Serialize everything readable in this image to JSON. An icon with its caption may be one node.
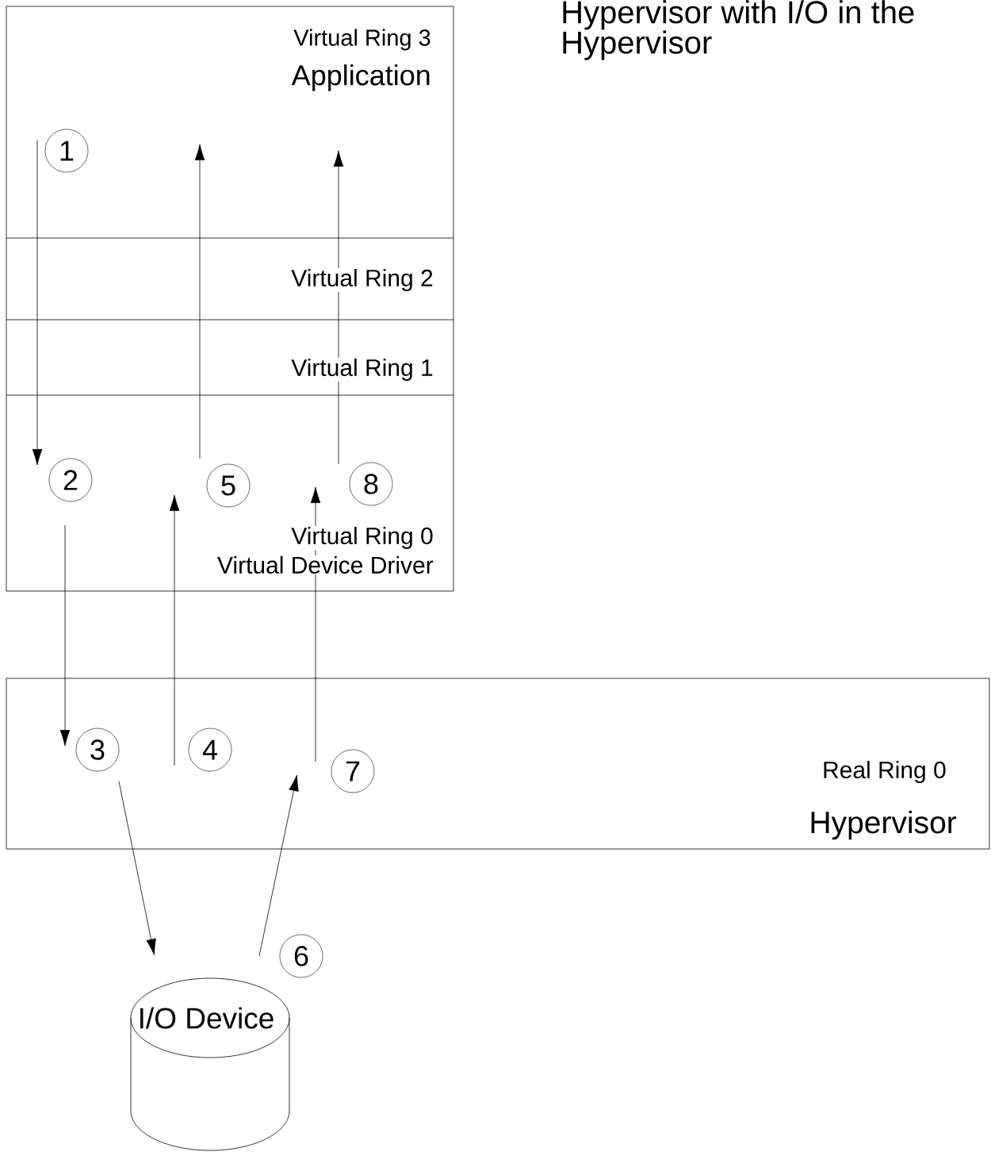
{
  "diagram": {
    "title": "Hypervisor with I/O in the Hypervisor",
    "nodes": [
      {
        "text": [
          "Virtual Ring 3",
          "Application",
          "Virtual Ring 2",
          "Virtual Ring 1",
          "Virtual Ring 0",
          "Virtual Device Driver"
        ]
      },
      {
        "text": [
          "1"
        ],
        "in": 0
      },
      {
        "text": [
          "2"
        ],
        "in": 0
      },
      {
        "text": [
          "5"
        ],
        "in": 0
      },
      {
        "text": [
          "8"
        ],
        "in": 0
      },
      {
        "text": [
          "Real Ring 0",
          "Hypervisor"
        ]
      },
      {
        "text": [
          "3"
        ],
        "in": 5
      },
      {
        "text": [
          "4"
        ],
        "in": 5
      },
      {
        "text": [
          "7"
        ],
        "in": 5
      },
      {
        "text": [
          "6"
        ]
      },
      {
        "text": [
          "I/O Device"
        ]
      }
    ],
    "edges": [
      {
        "from": 1,
        "to": 2,
        "arrow": "to"
      },
      {
        "from": 2,
        "to": 6,
        "arrow": "to"
      },
      {
        "from": 6,
        "to": 10,
        "arrow": "to"
      },
      {
        "from": 9,
        "to": 8,
        "arrow": "to"
      },
      {
        "from": 8,
        "to": 4,
        "arrow": "to"
      },
      {
        "from": 7,
        "to": 3,
        "arrow": "to"
      },
      {
        "from": 3,
        "to": null,
        "arrow": "to"
      },
      {
        "from": 4,
        "to": null,
        "arrow": "to"
      }
    ]
  }
}
